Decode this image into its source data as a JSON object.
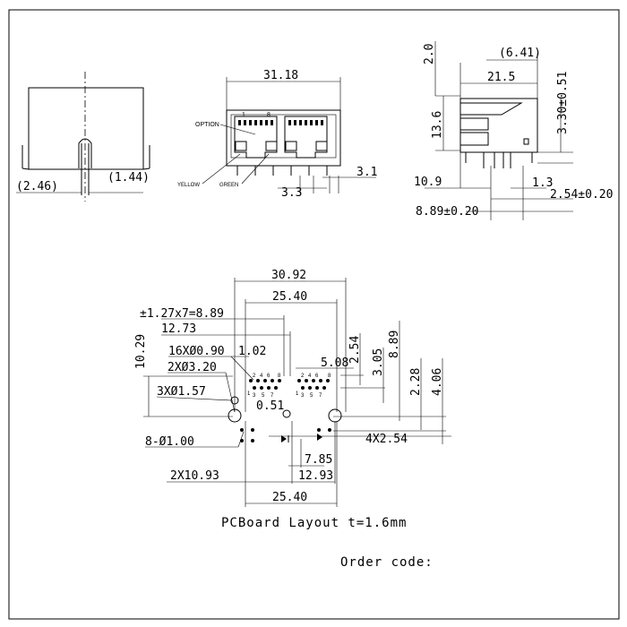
{
  "side_view": {
    "dim_left": "(2.46)",
    "dim_right": "(1.44)"
  },
  "front_view": {
    "width": "31.18",
    "option_label": "OPTION",
    "pin_1": "1",
    "pin_8": "8",
    "yellow_label": "YELLOW",
    "green_label": "GREEN",
    "dim_3_3": "3.3",
    "dim_3_1": "3.1"
  },
  "right_view": {
    "dim_2_0": "2.0",
    "dim_6_41": "(6.41)",
    "dim_21_5": "21.5",
    "dim_13_6": "13.6",
    "dim_3_30": "3.30±0.51",
    "dim_10_9": "10.9",
    "dim_1_3": "1.3",
    "dim_2_54": "2.54±0.20",
    "dim_8_89": "8.89±0.20"
  },
  "pcb_layout": {
    "dim_30_92": "30.92",
    "dim_25_40_top": "25.40",
    "dim_pitch": "±1.27x7=8.89",
    "dim_12_73": "12.73",
    "dim_10_29": "10.29",
    "dim_16x": "16XØ0.90",
    "dim_1_02": "1.02",
    "dim_2x3_20": "2XØ3.20",
    "dim_5_08": "5.08",
    "dim_2_54": "2.54",
    "dim_3_05": "3.05",
    "dim_8_89": "8.89",
    "dim_3x1_57": "3XØ1.57",
    "dim_0_51": "0.51",
    "dim_2_28": "2.28",
    "dim_4_06": "4.06",
    "dim_8_1_00": "8-Ø1.00",
    "dim_4x2_54": "4X2.54",
    "dim_7_85": "7.85",
    "dim_2x10_93": "2X10.93",
    "dim_12_93": "12.93",
    "dim_25_40_bottom": "25.40",
    "pin_labels_top": [
      "2",
      "4",
      "6",
      "8"
    ],
    "pin_labels_bottom": [
      "3",
      "5",
      "7"
    ],
    "pin_label_1": "1"
  },
  "caption": "PCBoard Layout t=1.6mm",
  "order_code": "Order code:"
}
